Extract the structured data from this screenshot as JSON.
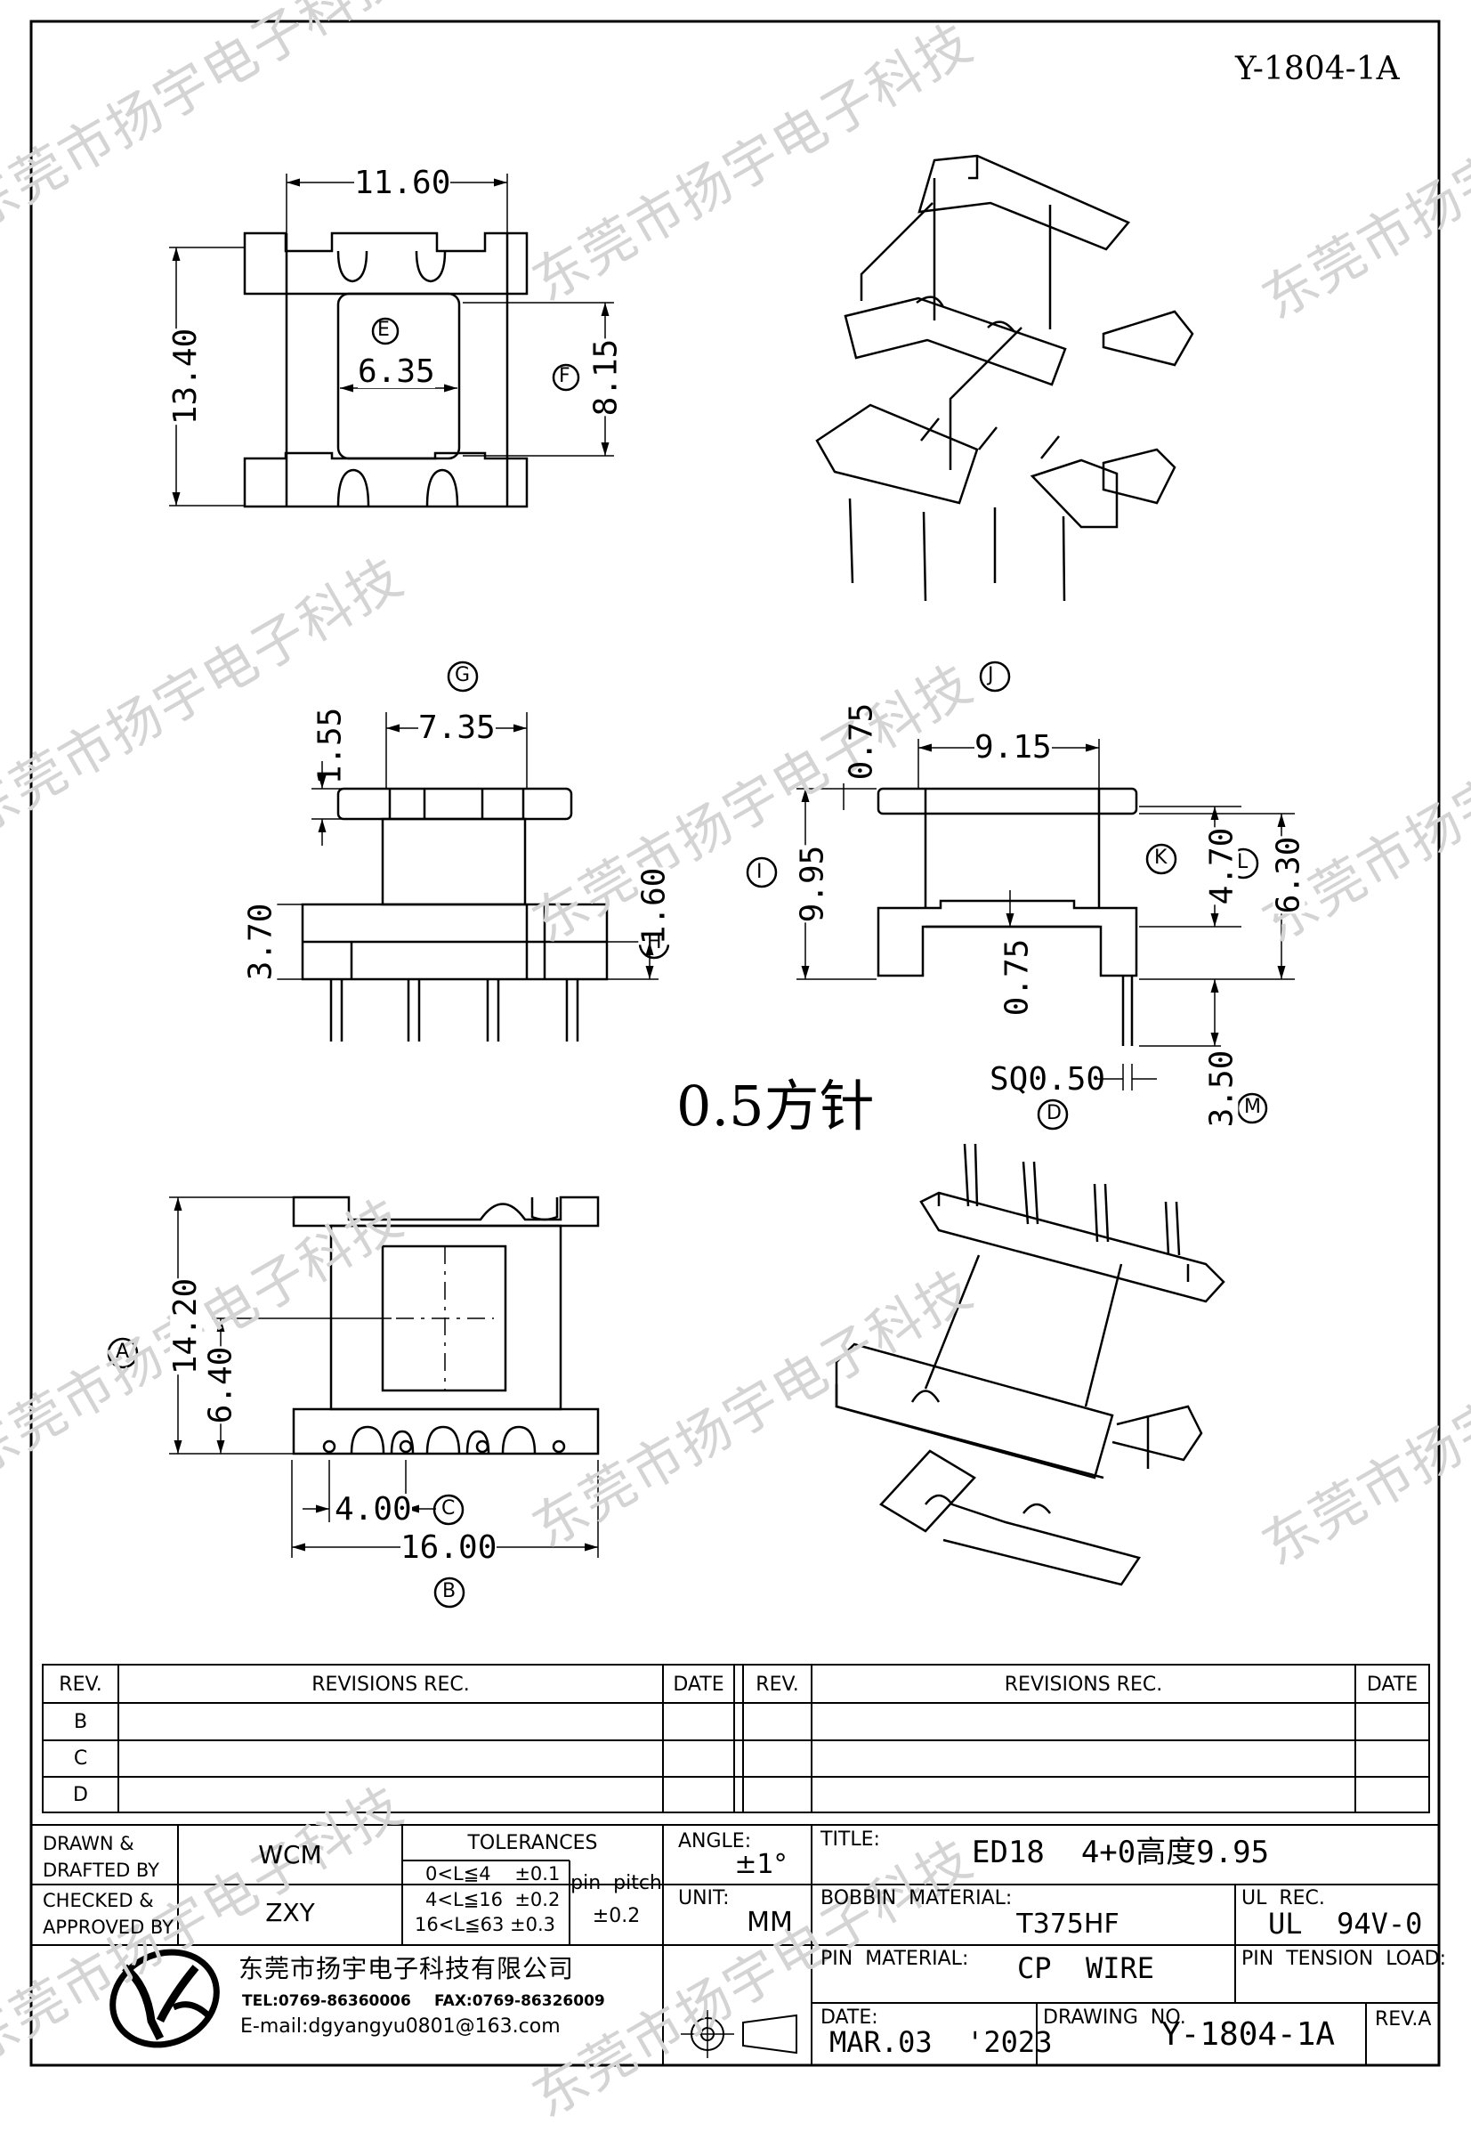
{
  "drawing_id_top": "Y-1804-1A",
  "watermark": "东莞市扬宇电子科技",
  "note": "0.5方针",
  "views": {
    "top": {
      "w": "11.60",
      "h": "13.40",
      "inner_w": "6.35",
      "inner_h": "8.15",
      "label_e": "E",
      "label_f": "F"
    },
    "front": {
      "label": "G",
      "flange": "1.55",
      "w": "7.35",
      "base": "3.70",
      "base_h": "1.60",
      "label_h": "H"
    },
    "side": {
      "label": "J",
      "t": "0.75",
      "w": "9.15",
      "total": "9.95",
      "label_i": "I",
      "k": "4.70",
      "label_k": "K",
      "l": "6.30",
      "label_l": "L",
      "t2": "0.75",
      "pin": "SQ0.50",
      "label_d": "D",
      "pin_len": "3.50",
      "label_m": "M"
    },
    "bottom": {
      "h": "14.20",
      "label_a": "A",
      "half": "6.40",
      "pitch": "4.00",
      "label_c": "C",
      "w": "16.00",
      "label_b": "B"
    }
  },
  "revisions": {
    "col_rev": "REV.",
    "col_rec": "REVISIONS    REC.",
    "col_date": "DATE",
    "rows": [
      "B",
      "C",
      "D"
    ]
  },
  "title_block": {
    "drawn_by_label": "DRAWN &\nDRAFTED BY",
    "drawn_by": "WCM",
    "checked_by_label": "CHECKED &\nAPPROVED BY",
    "checked_by": "ZXY",
    "tol_title": "TOLERANCES",
    "tol_1": "0<L≦4    ±0.1",
    "tol_2": "4<L≦16  ±0.2",
    "tol_3": "16<L≦63 ±0.3",
    "pin_pitch_label": "pin  pitch",
    "pin_pitch": "±0.2",
    "angle_label": "ANGLE:",
    "angle": "±1°",
    "unit_label": "UNIT:",
    "unit": "MM",
    "title_label": "TITLE:",
    "title": "ED18  4+0高度9.95",
    "bobbin_label": "BOBBIN  MATERIAL:",
    "bobbin": "T375HF",
    "ul_label": "UL  REC.",
    "ul": "UL  94V-0",
    "pin_mat_label": "PIN  MATERIAL:",
    "pin_mat": "CP  WIRE",
    "tension_label": "PIN  TENSION  LOAD:",
    "date_label": "DATE:",
    "date": "MAR.03  '2023",
    "drawing_no_label": "DRAWING  NO.",
    "drawing_no": "Y-1804-1A",
    "rev_label": "REV.A",
    "company": "东莞市扬宇电子科技有限公司",
    "tel": "TEL:0769-86360006",
    "fax": "FAX:0769-86326009",
    "email": "E-mail:dgyangyu0801@163.com"
  }
}
